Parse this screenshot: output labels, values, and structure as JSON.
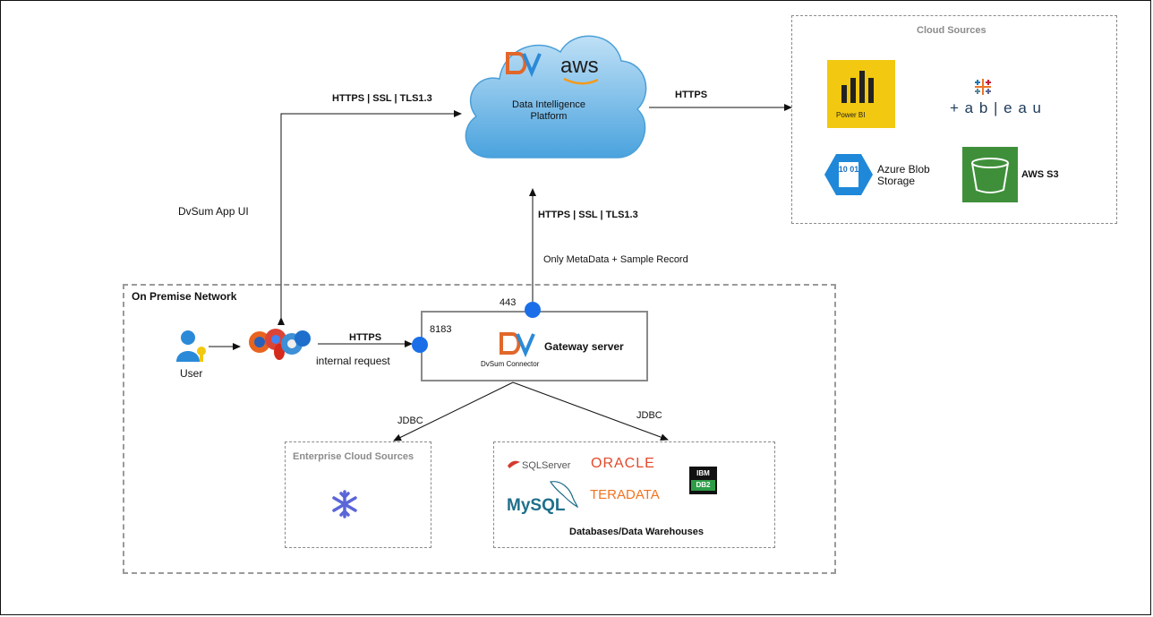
{
  "cloud": {
    "title": "Data Intelligence Platform",
    "aws_logo": "aws",
    "icons": [
      "dvsum-logo-icon",
      "aws-logo-icon"
    ]
  },
  "cloud_sources": {
    "title": "Cloud Sources",
    "items": [
      {
        "icon": "power-bi-icon",
        "label": "Power BI"
      },
      {
        "icon": "tableau-icon",
        "label": "+ a b | e a u"
      },
      {
        "icon": "azure-blob-icon",
        "label": "Azure Blob Storage",
        "icon_text": "10 01"
      },
      {
        "icon": "aws-s3-icon",
        "label": "AWS S3"
      }
    ]
  },
  "connections": {
    "https_ssl_top": "HTTPS | SSL | TLS1.3",
    "https_to_cloud_sources": "HTTPS",
    "https_ssl_gateway": "HTTPS | SSL | TLS1.3",
    "metadata_note": "Only MetaData + Sample Record",
    "app_ui": "DvSum App UI",
    "internal_https": "HTTPS",
    "internal_request": "internal request",
    "jdbc_left": "JDBC",
    "jdbc_right": "JDBC"
  },
  "on_premise": {
    "title": "On Premise Network",
    "user_label": "User",
    "gateway": {
      "title": "Gateway server",
      "connector_label": "DvSum Connector",
      "port_top": "443",
      "port_left": "8183"
    },
    "enterprise_cloud": {
      "title": "Enterprise Cloud Sources",
      "icon": "snowflake-icon"
    },
    "databases": {
      "title": "Databases/Data Warehouses",
      "logos": [
        "SQLServer",
        "ORACLE",
        "IBM DB2",
        "MySQL",
        "TERADATA"
      ],
      "ibm_top": "IBM",
      "ibm_bottom": "DB2"
    }
  },
  "colors": {
    "cloud_fill": "#6fb7e6",
    "port_dot": "#1a6fe8",
    "power_bi": "#f2c811",
    "aws_s3": "#3f8f3a",
    "azure": "#1f88d8",
    "oracle": "#e2492b",
    "teradata": "#f37321",
    "snowflake": "#5a66d8"
  }
}
